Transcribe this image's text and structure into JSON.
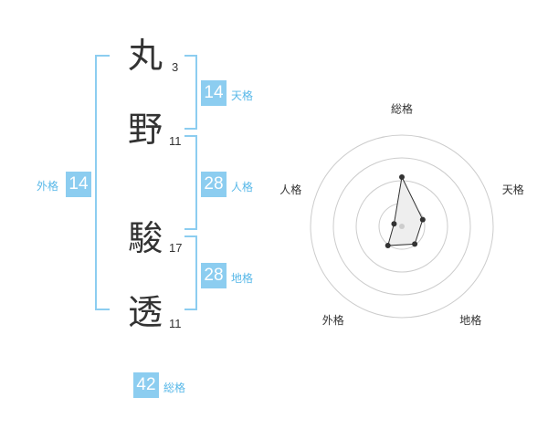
{
  "name": {
    "chars": [
      {
        "char": "丸",
        "strokes": "3"
      },
      {
        "char": "野",
        "strokes": "11"
      },
      {
        "char": "駿",
        "strokes": "17"
      },
      {
        "char": "透",
        "strokes": "11"
      }
    ]
  },
  "kakusu": {
    "tenkaku": {
      "value": "14",
      "label": "天格"
    },
    "jinkaku": {
      "value": "28",
      "label": "人格"
    },
    "chikaku": {
      "value": "28",
      "label": "地格"
    },
    "gaikaku": {
      "value": "14",
      "label": "外格"
    },
    "soukaku": {
      "value": "42",
      "label": "総格"
    }
  },
  "chart_data": {
    "type": "radar",
    "axes": [
      "総格",
      "天格",
      "地格",
      "外格",
      "人格"
    ],
    "values": [
      0.54,
      0.24,
      0.24,
      0.26,
      0.09
    ],
    "rings": 4,
    "colors": {
      "fill": "#eeeeee",
      "stroke": "#333333",
      "grid": "#cccccc"
    }
  }
}
